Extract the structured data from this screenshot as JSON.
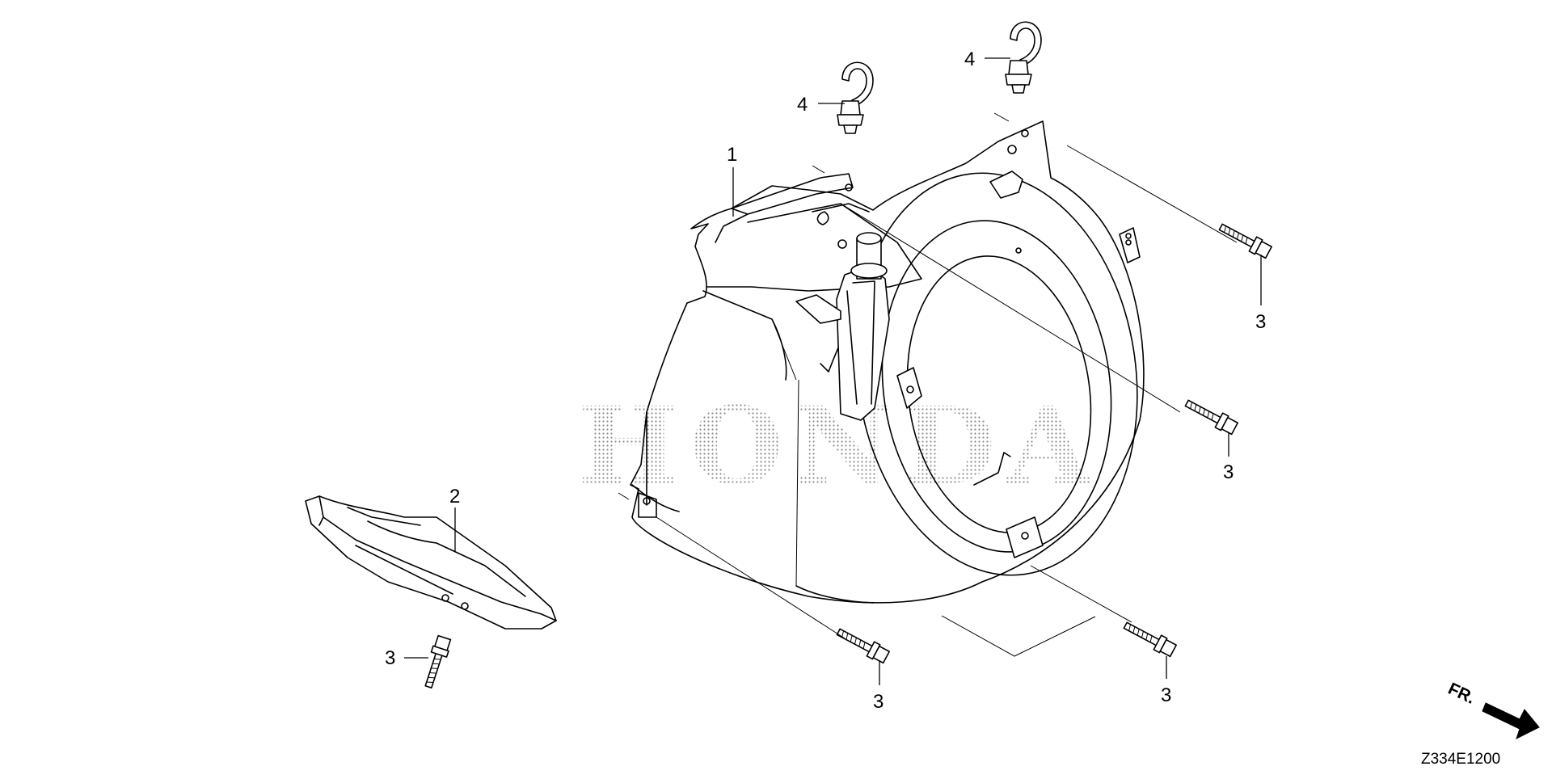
{
  "diagram": {
    "watermark": "HONDA",
    "diagram_code": "Z334E1200",
    "direction_label": "FR.",
    "callouts": {
      "shroud": "1",
      "guide": "2",
      "bolt_top_right": "3",
      "bolt_mid_right": "3",
      "bolt_bottom_center": "3",
      "bolt_bottom_right": "3",
      "bolt_left": "3",
      "clip_left": "4",
      "clip_right": "4"
    }
  }
}
